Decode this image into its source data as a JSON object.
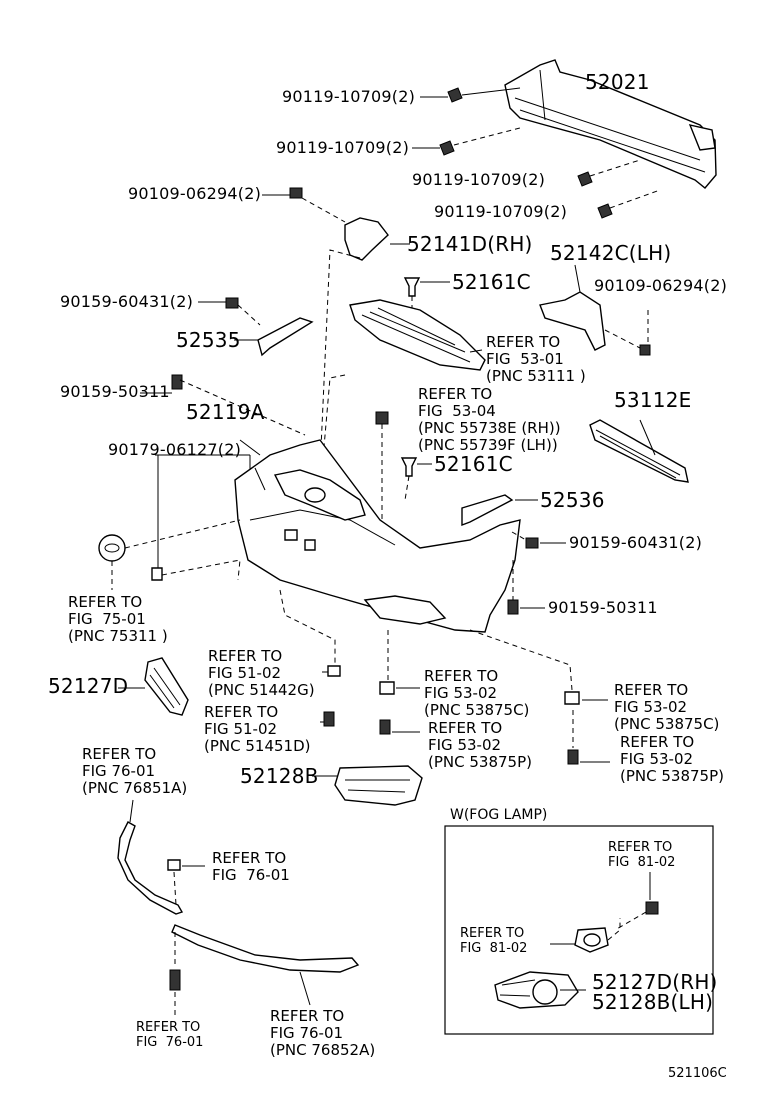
{
  "labels": {
    "p52021": "52021",
    "b90119a": "90119-10709(2)",
    "b90119b": "90119-10709(2)",
    "b90119c": "90119-10709(2)",
    "b90119d": "90119-10709(2)",
    "b90109a": "90109-06294(2)",
    "p52141D": "52141D(RH)",
    "p52142C": "52142C(LH)",
    "p52161Ca": "52161C",
    "b90109b": "90109-06294(2)",
    "b90159a": "90159-60431(2)",
    "p52535": "52535",
    "ref53_01": "REFER TO\nFIG  53-01\n(PNC 53111 )",
    "b90159b": "90159-50311",
    "p52119A": "52119A",
    "ref53_04": "REFER TO\nFIG  53-04\n(PNC 55738E (RH))\n(PNC 55739F (LH))",
    "p53112E": "53112E",
    "b90179": "90179-06127(2)",
    "p52161Cb": "52161C",
    "p52536": "52536",
    "b90159c": "90159-60431(2)",
    "ref75_01": "REFER TO\nFIG  75-01\n(PNC 75311 )",
    "b90159d": "90159-50311",
    "ref51_02a": "REFER TO\nFIG 51-02\n(PNC 51442G)",
    "p52127D": "52127D",
    "ref53_02a": "REFER TO\nFIG 53-02\n(PNC 53875C)",
    "ref53_02b": "REFER TO\nFIG 53-02\n(PNC 53875C)",
    "ref51_02b": "REFER TO\nFIG 51-02\n(PNC 51451D)",
    "ref53_02c": "REFER TO\nFIG 53-02\n(PNC 53875P)",
    "ref53_02d": "REFER TO\nFIG 53-02\n(PNC 53875P)",
    "ref76_01a": "REFER TO\nFIG 76-01\n(PNC 76851A)",
    "p52128B": "52128B",
    "ref76_01b": "REFER TO\nFIG  76-01",
    "ref76_01c": "REFER TO\nFIG 76-01\n(PNC 76852A)",
    "ref76_01d": "REFER TO\nFIG  76-01",
    "fog_title": "W(FOG LAMP)",
    "ref81_02a": "REFER TO\nFIG  81-02",
    "ref81_02b": "REFER TO\nFIG  81-02",
    "p52127D_RH": "52127D(RH)",
    "p52128B_LH": "52128B(LH)",
    "figure_code": "521106C"
  }
}
